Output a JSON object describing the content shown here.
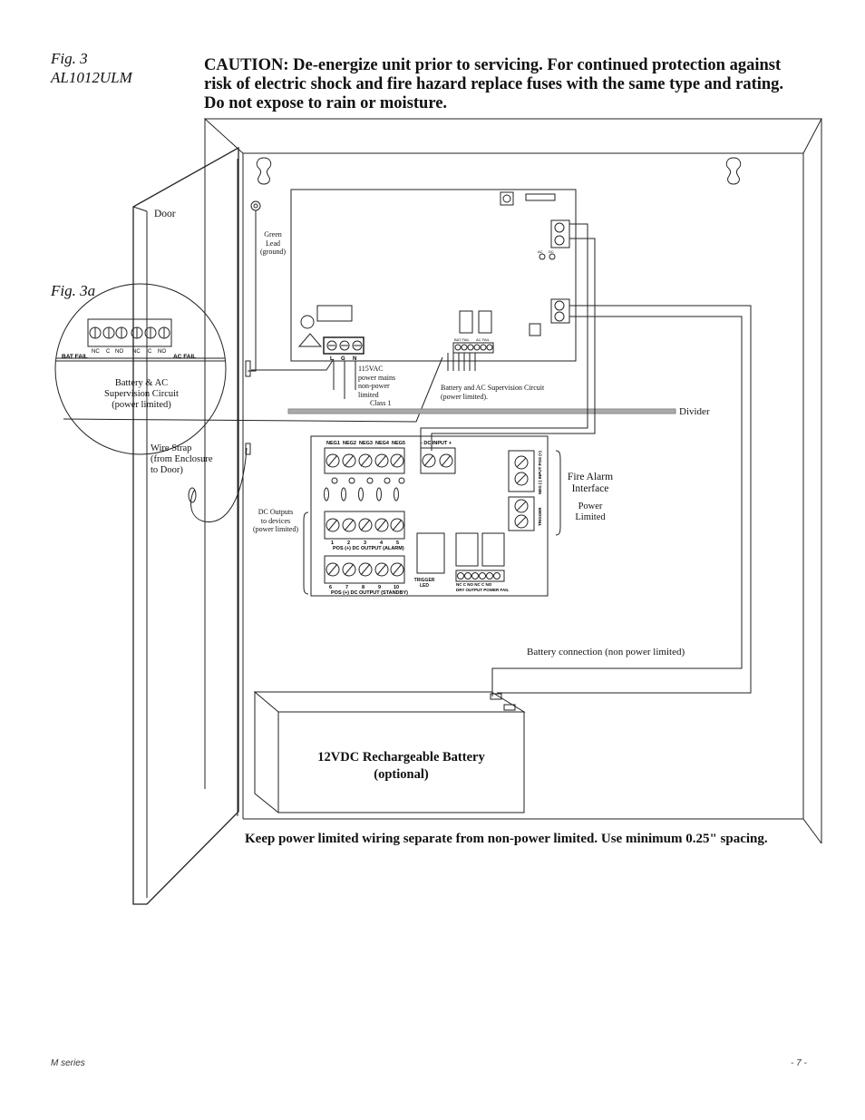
{
  "header": {
    "fig_label": "Fig. 3",
    "model": "AL1012ULM",
    "caution": "CAUTION: De-energize unit prior to servicing. For continued protection against risk of electric shock and fire hazard replace fuses with the same type and rating. Do not expose to rain or moisture."
  },
  "diagram": {
    "door": "Door",
    "fig3a": "Fig. 3a",
    "green_lead": "Green\nLead\n(ground)",
    "mains": "115VAC\npower mains\nnon-power\nlimited",
    "class1": "Class 1",
    "supervision_note": "Battery and AC Supervision Circuit\n(power limited).",
    "divider": "Divider",
    "wire_strap": "Wire Strap\n(from Enclosure\nto Door)",
    "dc_outputs": "DC Outputs\nto devices\n(power limited)",
    "fire_alarm": "Fire Alarm\nInterface",
    "power_limited": "Power\nLimited",
    "battery_connection": "Battery connection (non power limited)",
    "battery": "12VDC Rechargeable Battery\n(optional)",
    "inset": {
      "circuit": "Battery & AC\nSupervision Circuit\n(power limited)",
      "bat_fail": "BAT FAIL",
      "ac_fail": "AC FAIL",
      "terms": [
        "NC",
        "C",
        "NO",
        "NC",
        "C",
        "NO"
      ]
    },
    "board_terms": {
      "l": "L",
      "g": "G",
      "n": "N",
      "bat_fail": "BAT FAIL",
      "ac_fail": "AC FAIL",
      "ac": "AC",
      "dc": "DC"
    },
    "module": {
      "neg": [
        "NEG1",
        "NEG2",
        "NEG3",
        "NEG4",
        "NEG5"
      ],
      "dc_input": "- DC INPUT +",
      "nums_top": [
        "1",
        "2",
        "3",
        "4",
        "5"
      ],
      "nums_bottom": [
        "6",
        "7",
        "8",
        "9",
        "10"
      ],
      "alarm_out": "POS (+) DC OUTPUT (ALARM)",
      "standby_out": "POS (+) DC OUTPUT (STANDBY)",
      "trigger_led": "TRIGGER\nLED",
      "relay_terms": "NC  C  NO   NC  C  NO",
      "relay_names": "DRY OUTPUT   POWER FAIL",
      "input_side": "NEG (-) INPUT POS (+)",
      "trigger_side": "TRIGGER"
    }
  },
  "note": "Keep power limited wiring separate from non-power limited. Use minimum 0.25\" spacing.",
  "footer": {
    "series": "M series",
    "page": "- 7 -"
  }
}
